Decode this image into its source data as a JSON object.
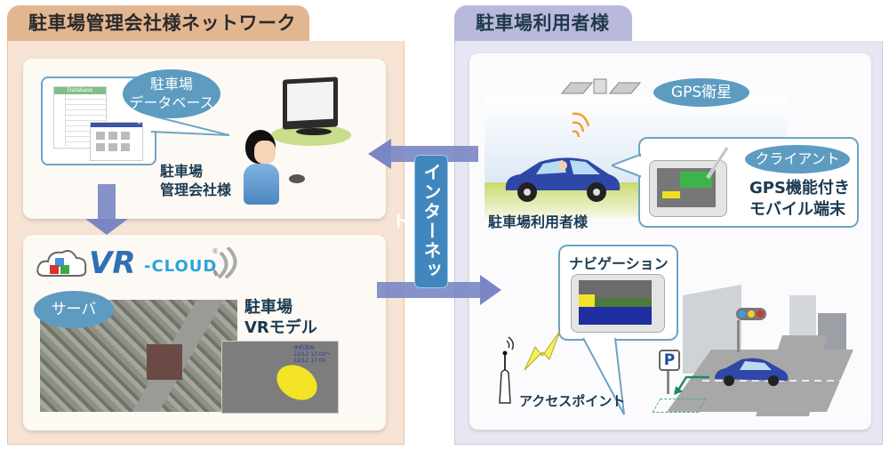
{
  "left_panel": {
    "title": "駐車場管理会社様ネットワーク",
    "database_bubble": [
      "駐車場",
      "データベース"
    ],
    "database_window_title": "Database",
    "manager_label": [
      "駐車場",
      "管理会社様"
    ],
    "logo": {
      "main": "VR",
      "sub": "-CLOUD",
      "registered": "®"
    },
    "server_pill": "サーバ",
    "vr_model_label": [
      "駐車場",
      "VRモデル"
    ],
    "vr_overlay": [
      "予約済み",
      "12/12 13:00～",
      "12/12 17:00"
    ]
  },
  "center": {
    "internet_label": "インターネット"
  },
  "right_panel": {
    "title": "駐車場利用者様",
    "gps_pill": "GPS衛星",
    "user_label": "駐車場利用者様",
    "client_pill": "クライアント",
    "client_device_label": [
      "GPS機能付き",
      "モバイル端末"
    ],
    "navigation_label": "ナビゲーション",
    "access_point_label": "アクセスポイント",
    "parking_sign": "P"
  },
  "colors": {
    "left_tab": "#e3b692",
    "left_panel": "#f6e3d3",
    "right_tab": "#b9b9dc",
    "right_panel": "#e7e7f3",
    "accent_pill": "#5d9bc1",
    "internet_bar": "#3f87bd",
    "arrow": "#7a86c4",
    "text_dark": "#1b3a50"
  }
}
